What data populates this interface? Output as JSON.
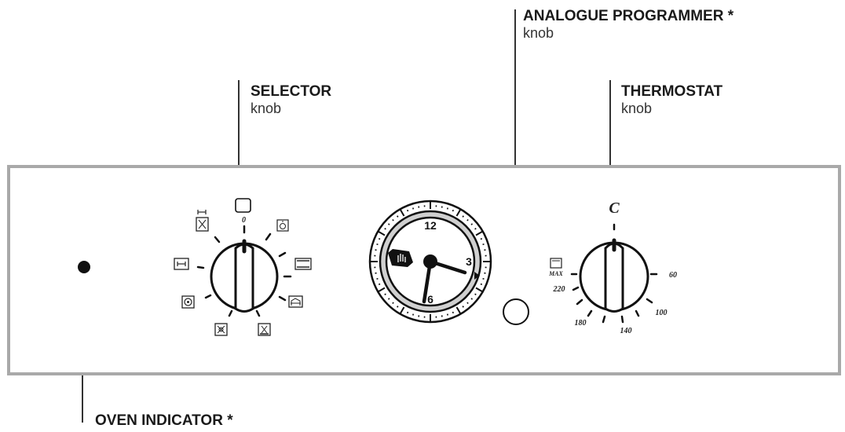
{
  "callouts": {
    "analogue_programmer": {
      "title": "ANALOGUE PROGRAMMER *",
      "sub": "knob"
    },
    "selector": {
      "title": "SELECTOR",
      "sub": "knob"
    },
    "thermostat": {
      "title": "THERMOSTAT",
      "sub": "knob"
    },
    "oven_indicator": {
      "title": "OVEN INDICATOR *"
    }
  },
  "selector_dial": {
    "zero_label": "0"
  },
  "clock": {
    "numbers": [
      "12",
      "3",
      "6"
    ]
  },
  "thermostat_dial": {
    "top_label": "C",
    "max_label": "MAX",
    "temps": [
      "60",
      "100",
      "140",
      "180",
      "220"
    ]
  },
  "icons": [
    "oven-off-icon",
    "lamp-icon",
    "conventional-oven-icon",
    "defrost-icon",
    "bottom-heat-icon",
    "fan-oven-icon",
    "fan-grill-icon",
    "top-heat-icon",
    "double-grill-icon",
    "manual-hand-icon"
  ]
}
